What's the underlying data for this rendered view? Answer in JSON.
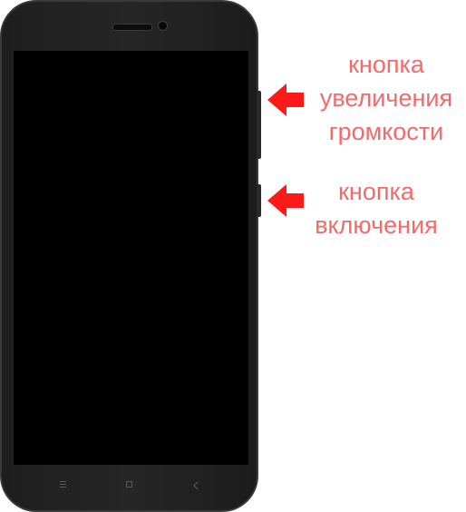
{
  "annotations": {
    "volume_up": {
      "lines": [
        "кнопка",
        "увеличения",
        "громкости"
      ],
      "color": "#f26a6a"
    },
    "power": {
      "lines": [
        "кнопка",
        "включения"
      ],
      "color": "#f26a6a"
    }
  },
  "arrow_color": "#ff1a1a",
  "phone": {
    "body_color": "#222222",
    "screen_color": "#000000",
    "nav_keys": [
      "menu-icon",
      "home-icon",
      "back-icon"
    ]
  }
}
